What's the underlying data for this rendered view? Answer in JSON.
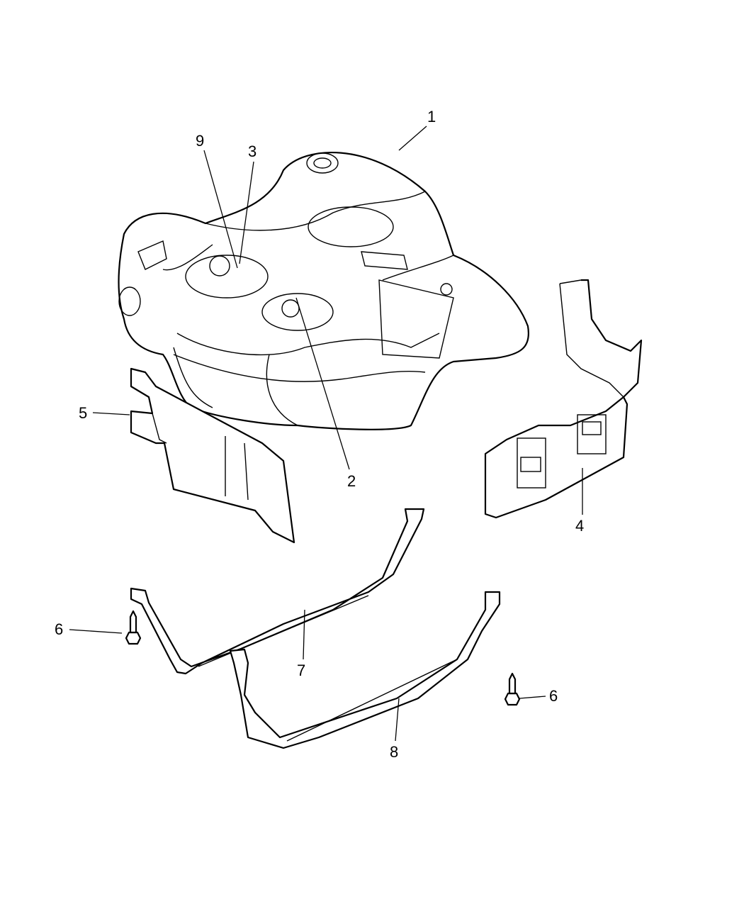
{
  "diagram": {
    "type": "exploded parts diagram",
    "callouts": [
      {
        "id": "1",
        "part": "fuel-tank"
      },
      {
        "id": "9",
        "part": "fuel-pump-module-fitting"
      },
      {
        "id": "3",
        "part": "fuel-pump-module"
      },
      {
        "id": "5",
        "part": "heat-shield-left"
      },
      {
        "id": "2",
        "part": "fuel-level-sender"
      },
      {
        "id": "4",
        "part": "heat-shield-right"
      },
      {
        "id": "6a",
        "label": "6",
        "part": "bolt-left"
      },
      {
        "id": "7",
        "part": "strap-front"
      },
      {
        "id": "6b",
        "label": "6",
        "part": "bolt-right"
      },
      {
        "id": "8",
        "part": "strap-rear"
      }
    ]
  }
}
